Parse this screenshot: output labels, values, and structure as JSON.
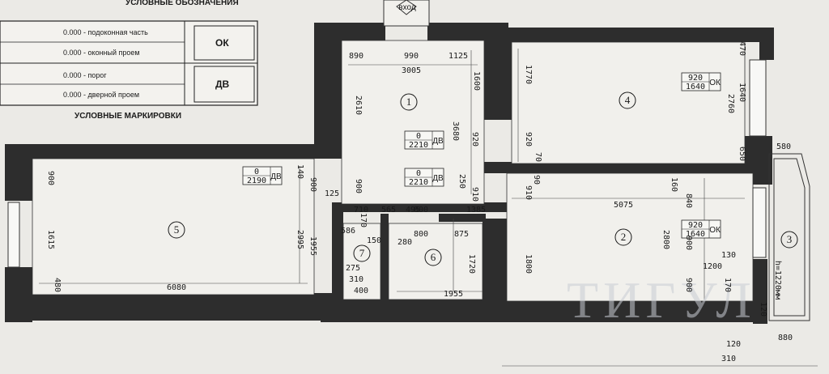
{
  "legend": {
    "symbols_title": "УСЛОВНЫЕ ОБОЗНАЧЕНИЯ",
    "markings_title": "УСЛОВНЫЕ МАРКИРОВКИ",
    "rows": [
      {
        "code": "ОК",
        "lines": [
          "0.000 - подоконная часть",
          "0.000 - оконный проем"
        ]
      },
      {
        "code": "ДВ",
        "lines": [
          "0.000 - порог",
          "0.000 - дверной проем"
        ]
      }
    ]
  },
  "entrance_label": "вход",
  "watermark": "ТИГУЛ",
  "rooms": [
    {
      "number": "1"
    },
    {
      "number": "2"
    },
    {
      "number": "3"
    },
    {
      "number": "4"
    },
    {
      "number": "5"
    },
    {
      "number": "6"
    },
    {
      "number": "7"
    }
  ],
  "tags": [
    {
      "code": "ДВ",
      "top": "0",
      "bottom": "2210"
    },
    {
      "code": "ДВ",
      "top": "0",
      "bottom": "2210"
    },
    {
      "code": "ДВ",
      "top": "0",
      "bottom": "2190"
    },
    {
      "code": "ОК",
      "top": "920",
      "bottom": "1640"
    },
    {
      "code": "ОК",
      "top": "920",
      "bottom": "1640"
    }
  ],
  "dimensions": [
    "890",
    "990",
    "1125",
    "3005",
    "1600",
    "2610",
    "1770",
    "3680",
    "920",
    "920",
    "70",
    "250",
    "910",
    "90",
    "910",
    "470",
    "1640",
    "2760",
    "650",
    "580",
    "900",
    "900",
    "140",
    "125",
    "900",
    "1615",
    "2995",
    "1955",
    "6080",
    "480",
    "710",
    "565",
    "495",
    "800",
    "1385",
    "170",
    "586",
    "280",
    "875",
    "800",
    "150",
    "275",
    "310",
    "400",
    "1720",
    "1955",
    "5075",
    "160",
    "840",
    "2800",
    "900",
    "1800",
    "130",
    "1200",
    "170",
    "900",
    "h=1220мм",
    "120",
    "880",
    "310",
    "120"
  ]
}
